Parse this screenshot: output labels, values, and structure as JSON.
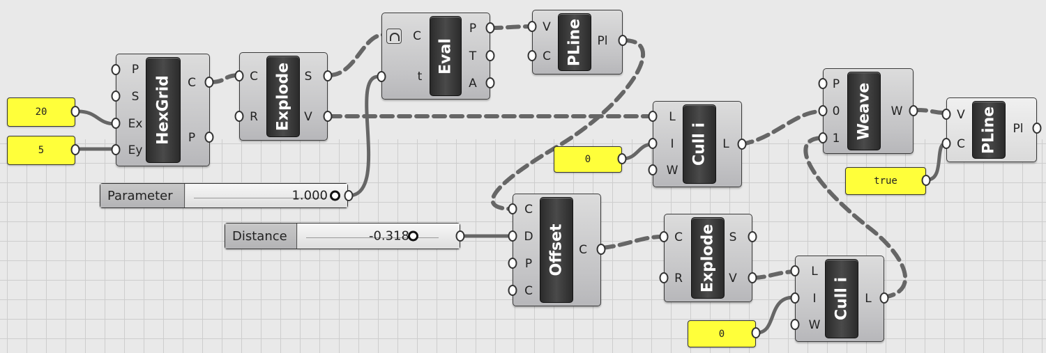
{
  "components": {
    "hexgrid": {
      "name": "HexGrid",
      "inputs": [
        "P",
        "S",
        "Ex",
        "Ey"
      ],
      "outputs": [
        "C",
        "P"
      ]
    },
    "explode1": {
      "name": "Explode",
      "inputs": [
        "C",
        "R"
      ],
      "outputs": [
        "S",
        "V"
      ]
    },
    "eval": {
      "name": "Eval",
      "inputs": [
        "C",
        "t"
      ],
      "outputs": [
        "P",
        "T",
        "A"
      ]
    },
    "pline1": {
      "name": "PLine",
      "inputs": [
        "V",
        "C"
      ],
      "outputs": [
        "Pl"
      ]
    },
    "culli1": {
      "name": "Cull i",
      "inputs": [
        "L",
        "I",
        "W"
      ],
      "outputs": [
        "L"
      ]
    },
    "weave": {
      "name": "Weave",
      "inputs": [
        "P",
        "0",
        "1"
      ],
      "outputs": [
        "W"
      ]
    },
    "pline2": {
      "name": "PLine",
      "inputs": [
        "V",
        "C"
      ],
      "outputs": [
        "Pl"
      ]
    },
    "offset": {
      "name": "Offset",
      "inputs": [
        "C",
        "D",
        "P",
        "C"
      ],
      "outputs": [
        "C"
      ]
    },
    "explode2": {
      "name": "Explode",
      "inputs": [
        "C",
        "R"
      ],
      "outputs": [
        "S",
        "V"
      ]
    },
    "culli2": {
      "name": "Cull i",
      "inputs": [
        "L",
        "I",
        "W"
      ],
      "outputs": [
        "L"
      ]
    }
  },
  "panels": {
    "ex_value": "20",
    "ey_value": "5",
    "cull1_index": "0",
    "cull2_index": "0",
    "pline_closed": "true"
  },
  "sliders": {
    "parameter": {
      "label": "Parameter",
      "value": "1.000"
    },
    "distance": {
      "label": "Distance",
      "value": "-0.318"
    }
  },
  "colors": {
    "canvas": "#e9e9e9",
    "panel": "#ffff3a",
    "wire": "#666666",
    "component_core": "#333333"
  }
}
